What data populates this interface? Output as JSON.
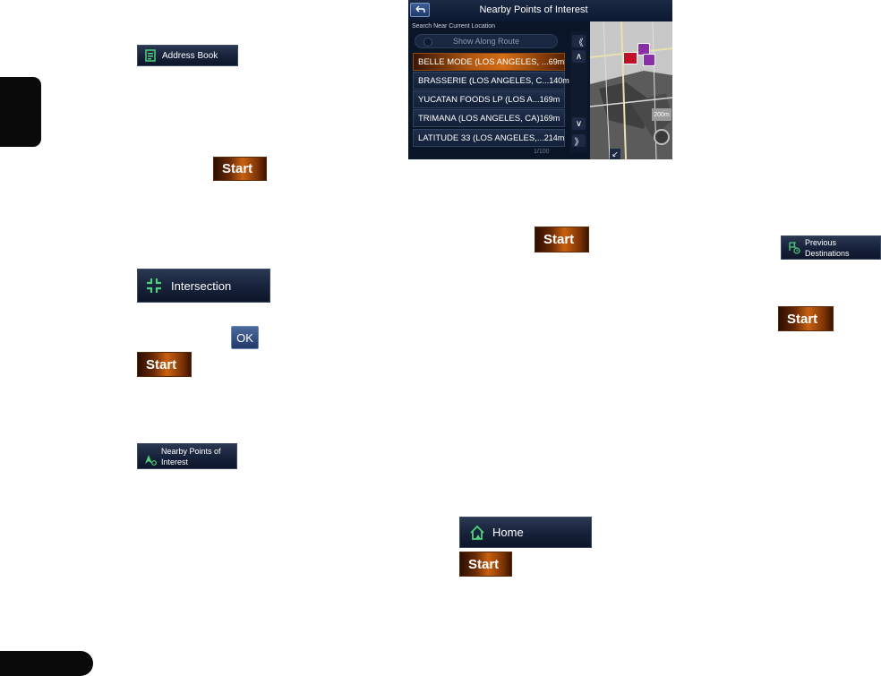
{
  "address_book": {
    "label": "Address Book",
    "icon": "address-book-icon"
  },
  "start_label": "Start",
  "intersection": {
    "label": "Intersection",
    "icon": "intersection-icon"
  },
  "ok_label": "OK",
  "nearby_poi_button": {
    "label_line1": "Nearby Points of",
    "label_line2": "Interest",
    "icon": "nearby-poi-icon"
  },
  "screen": {
    "title": "Nearby Points of Interest",
    "back_icon": "back-arrow-icon",
    "search_label": "Search Near Current Location",
    "along_route_label": "Show Along Route",
    "rows": [
      {
        "name": "BELLE MODE (LOS ANGELES, ...",
        "dist": "69m"
      },
      {
        "name": "BRASSERIE (LOS ANGELES, C...",
        "dist": "140m"
      },
      {
        "name": "YUCATAN FOODS LP (LOS A...",
        "dist": "169m"
      },
      {
        "name": "TRIMANA (LOS ANGELES, CA)",
        "dist": "169m"
      },
      {
        "name": "LATITUDE 33 (LOS ANGELES,...",
        "dist": "214m"
      }
    ],
    "page_indicator": "1/100",
    "map_scale": "200m"
  },
  "previous_destinations": {
    "label_line1": "Previous",
    "label_line2": "Destinations",
    "icon": "previous-destinations-icon"
  },
  "home": {
    "label": "Home",
    "icon": "home-icon"
  },
  "colors": {
    "start_orange": "#c9610f",
    "menu_navy": "#16213a",
    "selected_row": "#d46d16"
  }
}
